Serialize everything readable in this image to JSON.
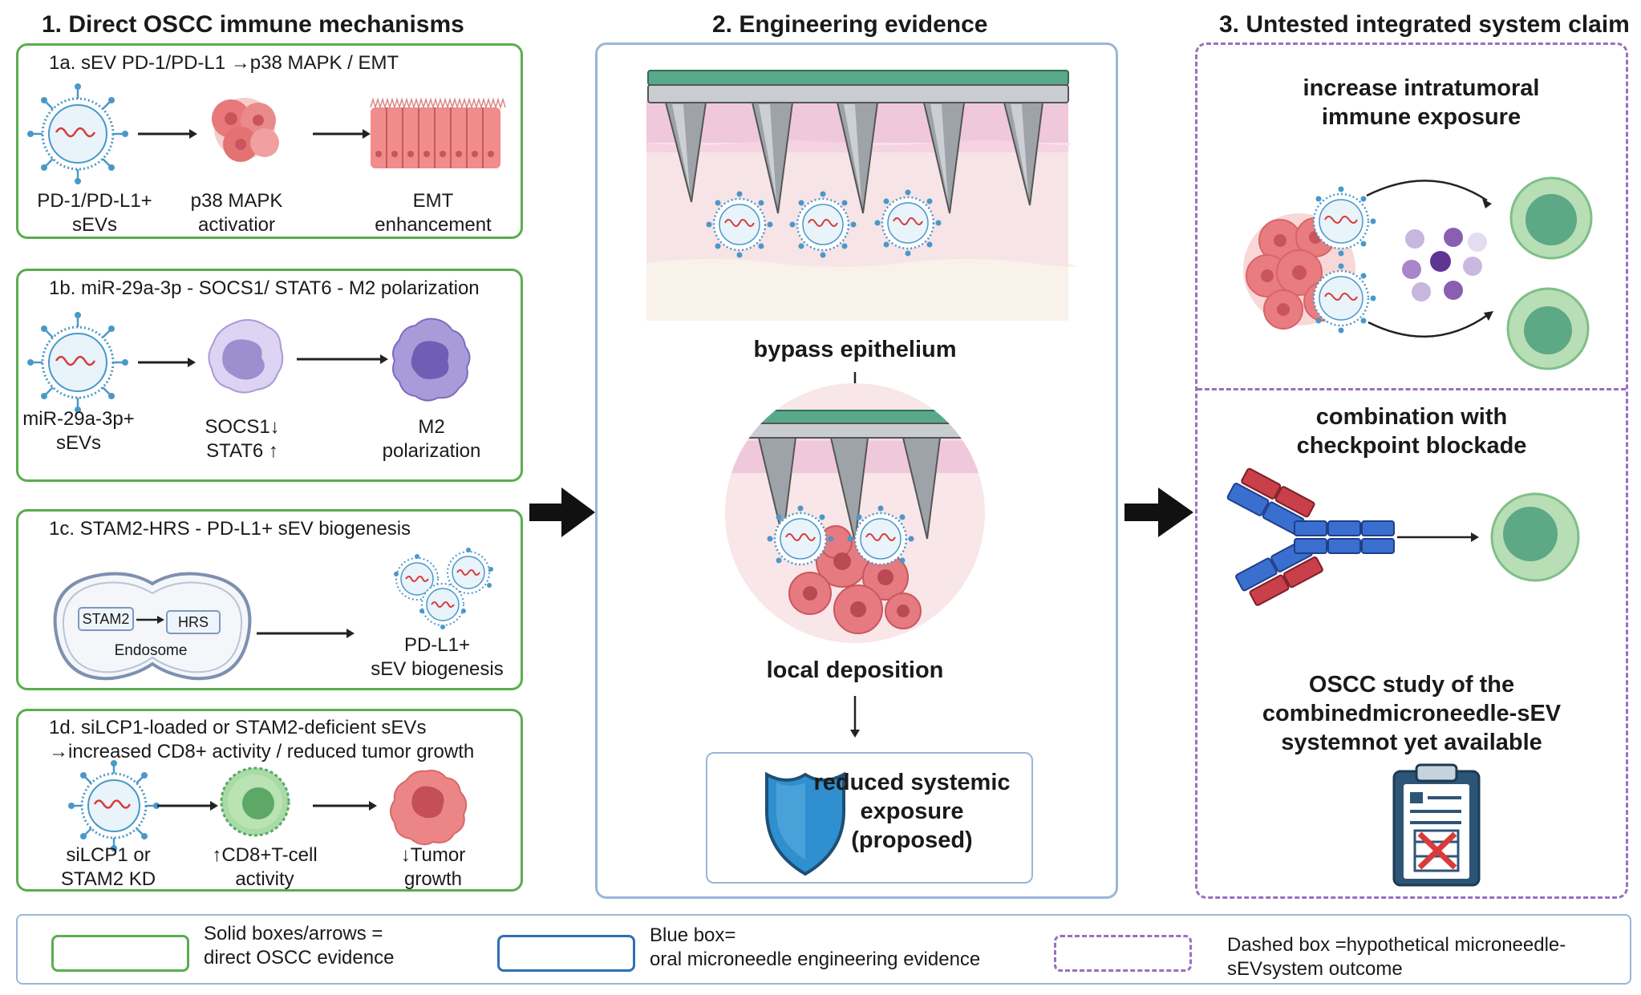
{
  "columns": {
    "col1_title": "1. Direct OSCC immune mechanisms",
    "col2_title": "2. Engineering evidence",
    "col3_title": "3. Untested integrated system claim"
  },
  "panel_1a": {
    "title": "1a. sEV PD-1/PD-L1 →p38 MAPK / EMT",
    "label_1": "PD-1/PD-L1+",
    "label_2": "sEVs",
    "label_3": "p38 MAPK",
    "label_4": "activatior",
    "label_5": "EMT",
    "label_6": "enhancement"
  },
  "panel_1b": {
    "title": "1b. miR-29a-3p - SOCS1/ STAT6 - M2 polarization",
    "label_1": "miR-29a-3p+",
    "label_2": "sEVs",
    "label_3": "SOCS1↓",
    "label_4": "STAT6 ↑",
    "label_5": "M2",
    "label_6": "polarization"
  },
  "panel_1c": {
    "title": "1c. STAM2-HRS - PD-L1+ sEV biogenesis",
    "stam2": "STAM2",
    "hrs": "HRS",
    "endosome": "Endosome",
    "label_1": "PD-L1+",
    "label_2": "sEV biogenesis"
  },
  "panel_1d": {
    "title_line1": "1d. siLCP1-loaded or STAM2-deficient sEVs",
    "title_line2": "→increased CD8+ activity / reduced tumor growth",
    "label_1": "siLCP1 or",
    "label_2": "STAM2 KD",
    "label_3": "↑CD8+T-cell",
    "label_4": "activity",
    "label_5": "↓Tumor",
    "label_6": "growth"
  },
  "engineering": {
    "bypass": "bypass epithelium",
    "local": "local deposition",
    "reduced_1": "reduced systemic",
    "reduced_2": "exposure",
    "reduced_3": "(proposed)"
  },
  "claims": {
    "c1_line1": "increase intratumoral",
    "c1_line2": "immune exposure",
    "c2_line1": "combination with",
    "c2_line2": "checkpoint blockade",
    "c3_line1": "OSCC study of the",
    "c3_line2": "combinedmicroneedle-sEV",
    "c3_line3": "systemnot yet available"
  },
  "legend": {
    "green_1": "Solid boxes/arrows =",
    "green_2": "direct OSCC evidence",
    "blue_1": "Blue box=",
    "blue_2": "oral microneedle engineering evidence",
    "dashed_1": "Dashed box =hypothetical microneedle-",
    "dashed_2": "sEVsystem outcome"
  },
  "colors": {
    "green_border": "#5aad4e",
    "blue_border": "#9ab6d6",
    "dashed_border": "#9a6fc0",
    "sev_blue": "#4a98c9",
    "tumor_pink": "#e8787a",
    "macrophage_purple": "#8a7cc4",
    "tcell_green": "#7cc48c",
    "shield_blue": "#2f8fcf"
  }
}
